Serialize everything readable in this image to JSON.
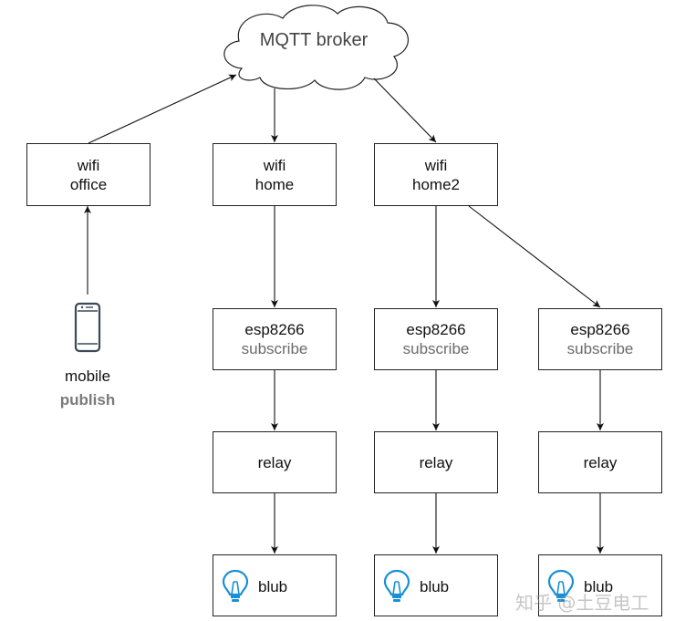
{
  "broker": {
    "label": "MQTT broker"
  },
  "nodes": {
    "wifi_office": {
      "line1": "wifi",
      "line2": "office"
    },
    "wifi_home": {
      "line1": "wifi",
      "line2": "home"
    },
    "wifi_home2": {
      "line1": "wifi",
      "line2": "home2"
    },
    "esp1": {
      "title": "esp8266",
      "role": "subscribe"
    },
    "esp2": {
      "title": "esp8266",
      "role": "subscribe"
    },
    "esp3": {
      "title": "esp8266",
      "role": "subscribe"
    },
    "relay1": {
      "label": "relay"
    },
    "relay2": {
      "label": "relay"
    },
    "relay3": {
      "label": "relay"
    },
    "blub1": {
      "label": "blub",
      "icon": "lightbulb-icon"
    },
    "blub2": {
      "label": "blub",
      "icon": "lightbulb-icon"
    },
    "blub3": {
      "label": "blub",
      "icon": "lightbulb-icon"
    }
  },
  "mobile": {
    "label": "mobile",
    "role": "publish",
    "icon": "smartphone-icon"
  },
  "watermark": "知乎 @土豆电工",
  "colors": {
    "stroke": "#222222",
    "bulb": "#1a8fd6",
    "role_text": "#6b6b6b"
  }
}
